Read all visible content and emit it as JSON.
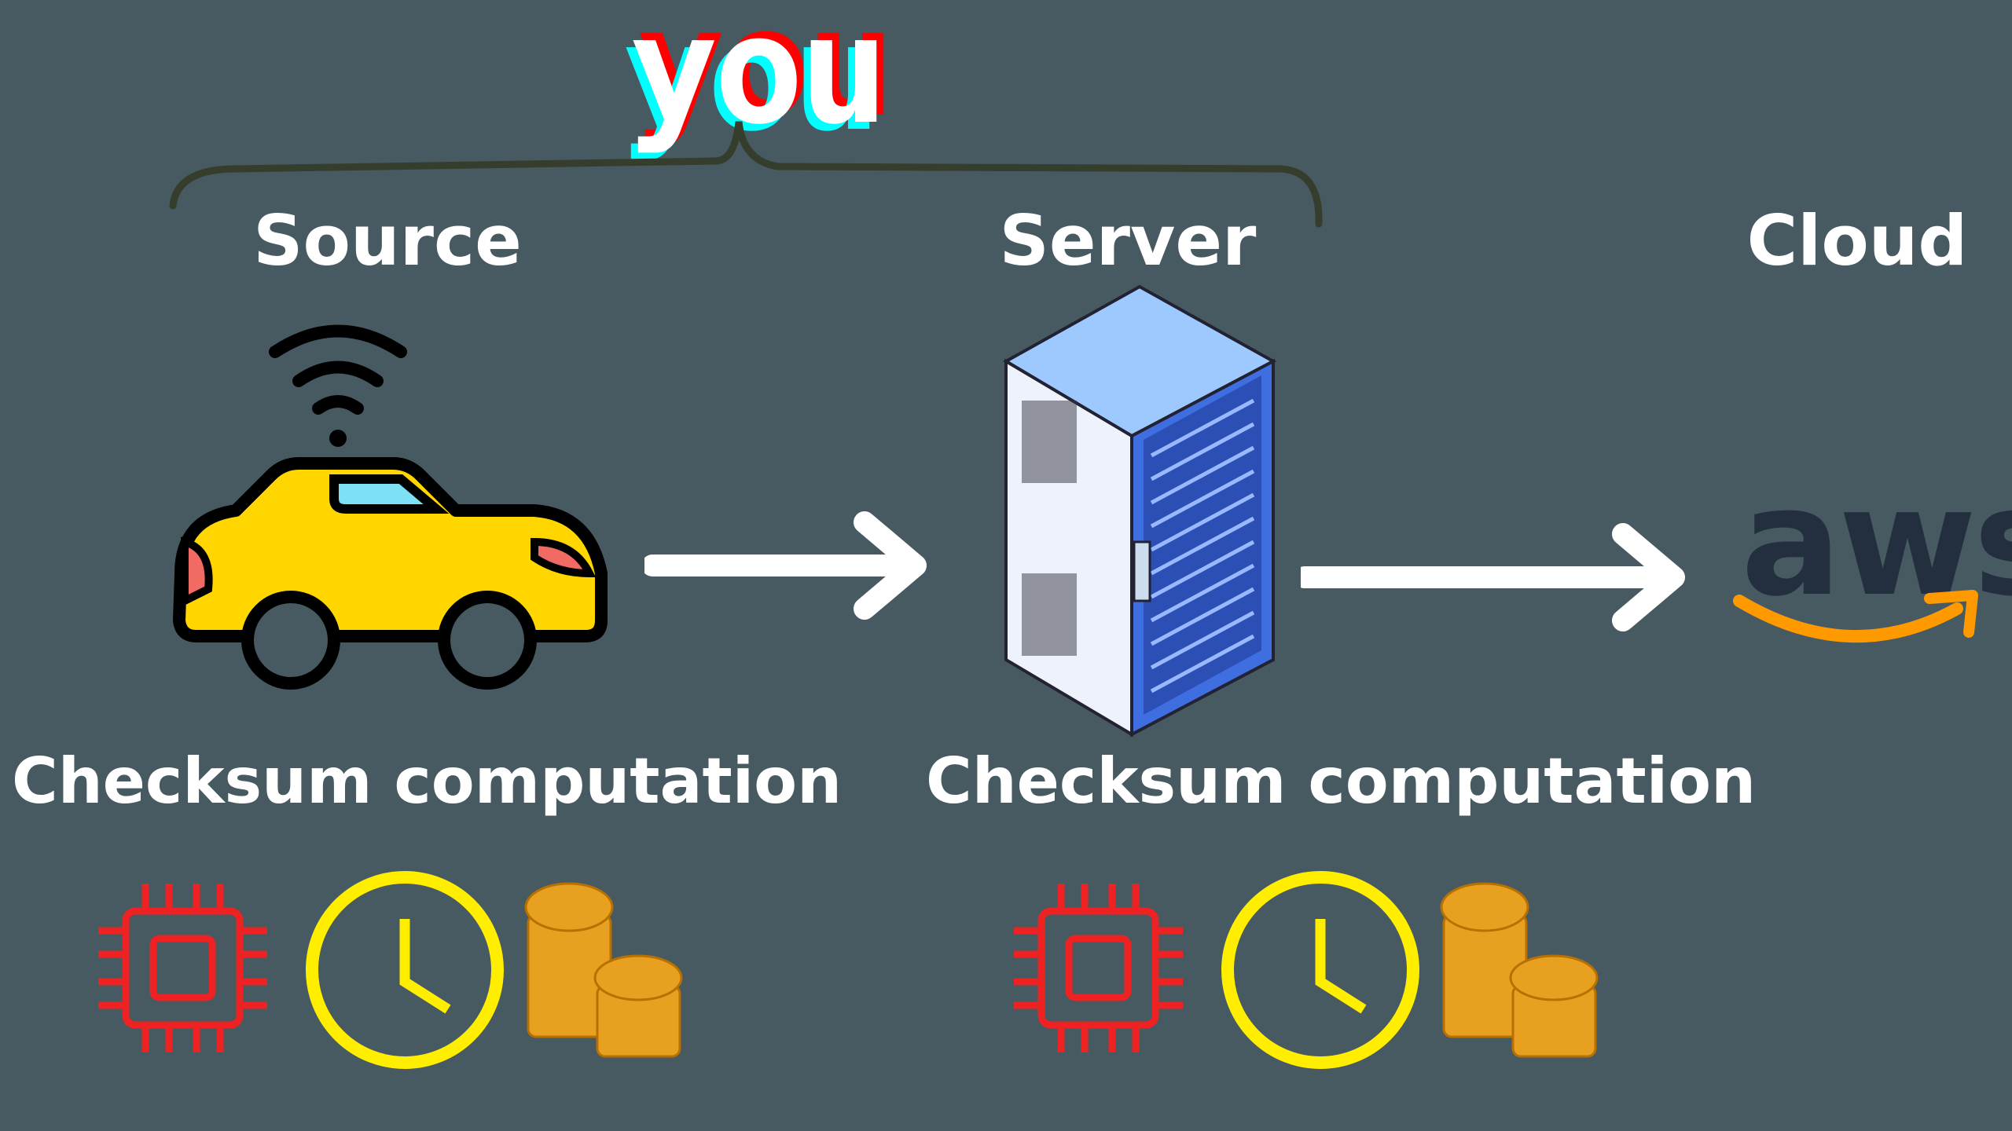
{
  "top_label": "you",
  "stages": {
    "source": "Source",
    "server": "Server",
    "cloud": "Cloud"
  },
  "checksum": {
    "source": "Checksum computation",
    "server": "Checksum computation"
  },
  "cloud_logo": "aws",
  "icons": [
    "wifi-icon",
    "car-icon",
    "arrow-right-icon",
    "server-rack-icon",
    "aws-logo",
    "cpu-icon",
    "clock-icon",
    "coins-icon"
  ],
  "colors": {
    "background": "#475961",
    "cpu": "#ee2222",
    "clock": "#ffee00",
    "coins": "#e8a020",
    "car": "#ffd600",
    "aws_smile": "#ff9900"
  }
}
